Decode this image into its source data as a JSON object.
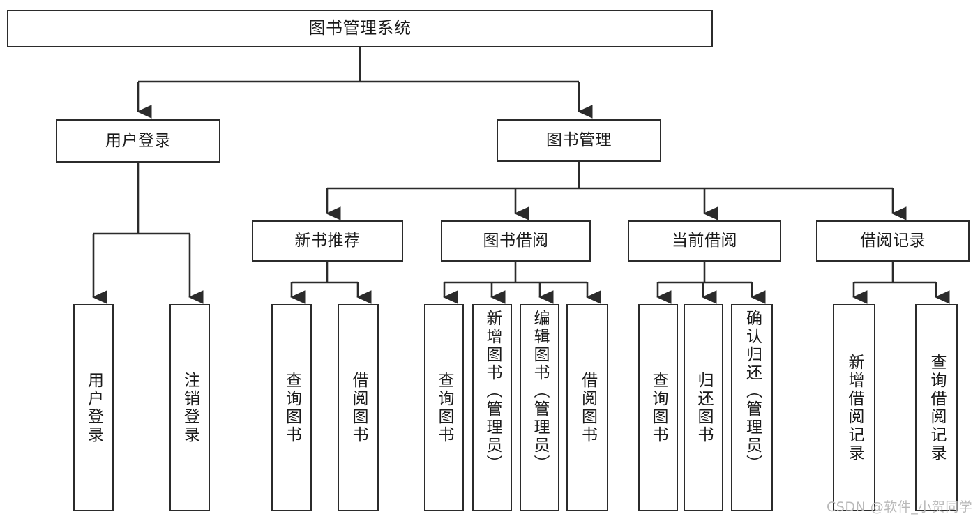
{
  "diagram": {
    "type": "hierarchy-tree",
    "title": "图书管理系统",
    "levels": 4,
    "root": {
      "id": "root",
      "label": "图书管理系统"
    },
    "level2": [
      {
        "id": "user-login",
        "label": "用户登录"
      },
      {
        "id": "book-management",
        "label": "图书管理"
      }
    ],
    "level3": [
      {
        "id": "new-book-recommend",
        "label": "新书推荐",
        "parent": "book-management"
      },
      {
        "id": "book-borrow",
        "label": "图书借阅",
        "parent": "book-management"
      },
      {
        "id": "current-borrow",
        "label": "当前借阅",
        "parent": "book-management"
      },
      {
        "id": "borrow-record",
        "label": "借阅记录",
        "parent": "book-management"
      }
    ],
    "leaves": {
      "user_login": [
        {
          "id": "leaf-user-login",
          "label": "用户登录"
        },
        {
          "id": "leaf-user-logout",
          "label": "注销登录"
        }
      ],
      "new_book_recommend": [
        {
          "id": "leaf-query-book-1",
          "label": "查询图书"
        },
        {
          "id": "leaf-borrow-book-1",
          "label": "借阅图书"
        }
      ],
      "book_borrow": [
        {
          "id": "leaf-query-book-2",
          "label": "查询图书"
        },
        {
          "id": "leaf-add-book",
          "label": "新增图书（管理员）"
        },
        {
          "id": "leaf-edit-book",
          "label": "编辑图书（管理员）"
        },
        {
          "id": "leaf-borrow-book-2",
          "label": "借阅图书"
        }
      ],
      "current_borrow": [
        {
          "id": "leaf-query-book-3",
          "label": "查询图书"
        },
        {
          "id": "leaf-return-book",
          "label": "归还图书"
        },
        {
          "id": "leaf-confirm-return",
          "label": "确认归还（管理员）"
        }
      ],
      "borrow_record": [
        {
          "id": "leaf-add-borrow-record",
          "label": "新增借阅记录"
        },
        {
          "id": "leaf-query-borrow-record",
          "label": "查询借阅记录"
        }
      ]
    }
  },
  "watermark": {
    "text": "CSDN @软件_小贺同学"
  },
  "colors": {
    "border": "#2b2b2b",
    "background": "#ffffff",
    "text": "#1a1a1a",
    "watermark": "#b9b9b9"
  }
}
